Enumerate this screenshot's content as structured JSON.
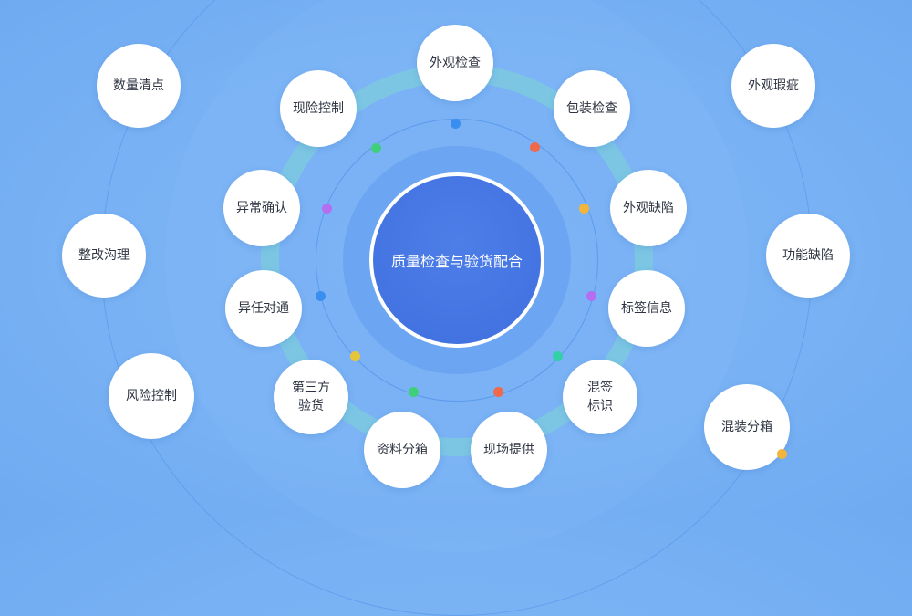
{
  "center": {
    "label": "质量检查与验货配合"
  },
  "outer_nodes": [
    "数量清点",
    "外观瑕疵",
    "整改沟理",
    "功能缺陷",
    "风险控制",
    "混装分箱"
  ],
  "inner_nodes": [
    "外观检查",
    "包装检查",
    "现险控制",
    "异常确认",
    "外观缺陷",
    "异任对通",
    "标签信息",
    "第三方 验货",
    "混签 标识",
    "资料分箱",
    "现场提供"
  ],
  "colors": {
    "center": "#4274e0",
    "blue_dot": "#3a8ef0",
    "red_dot": "#ef6a4a",
    "yellow_dot": "#f2b53a",
    "purple_dot": "#b46ef0",
    "teal_dot": "#33d0a8",
    "green_dot": "#3fcf7a",
    "ring_band": "#7ccbe0"
  }
}
